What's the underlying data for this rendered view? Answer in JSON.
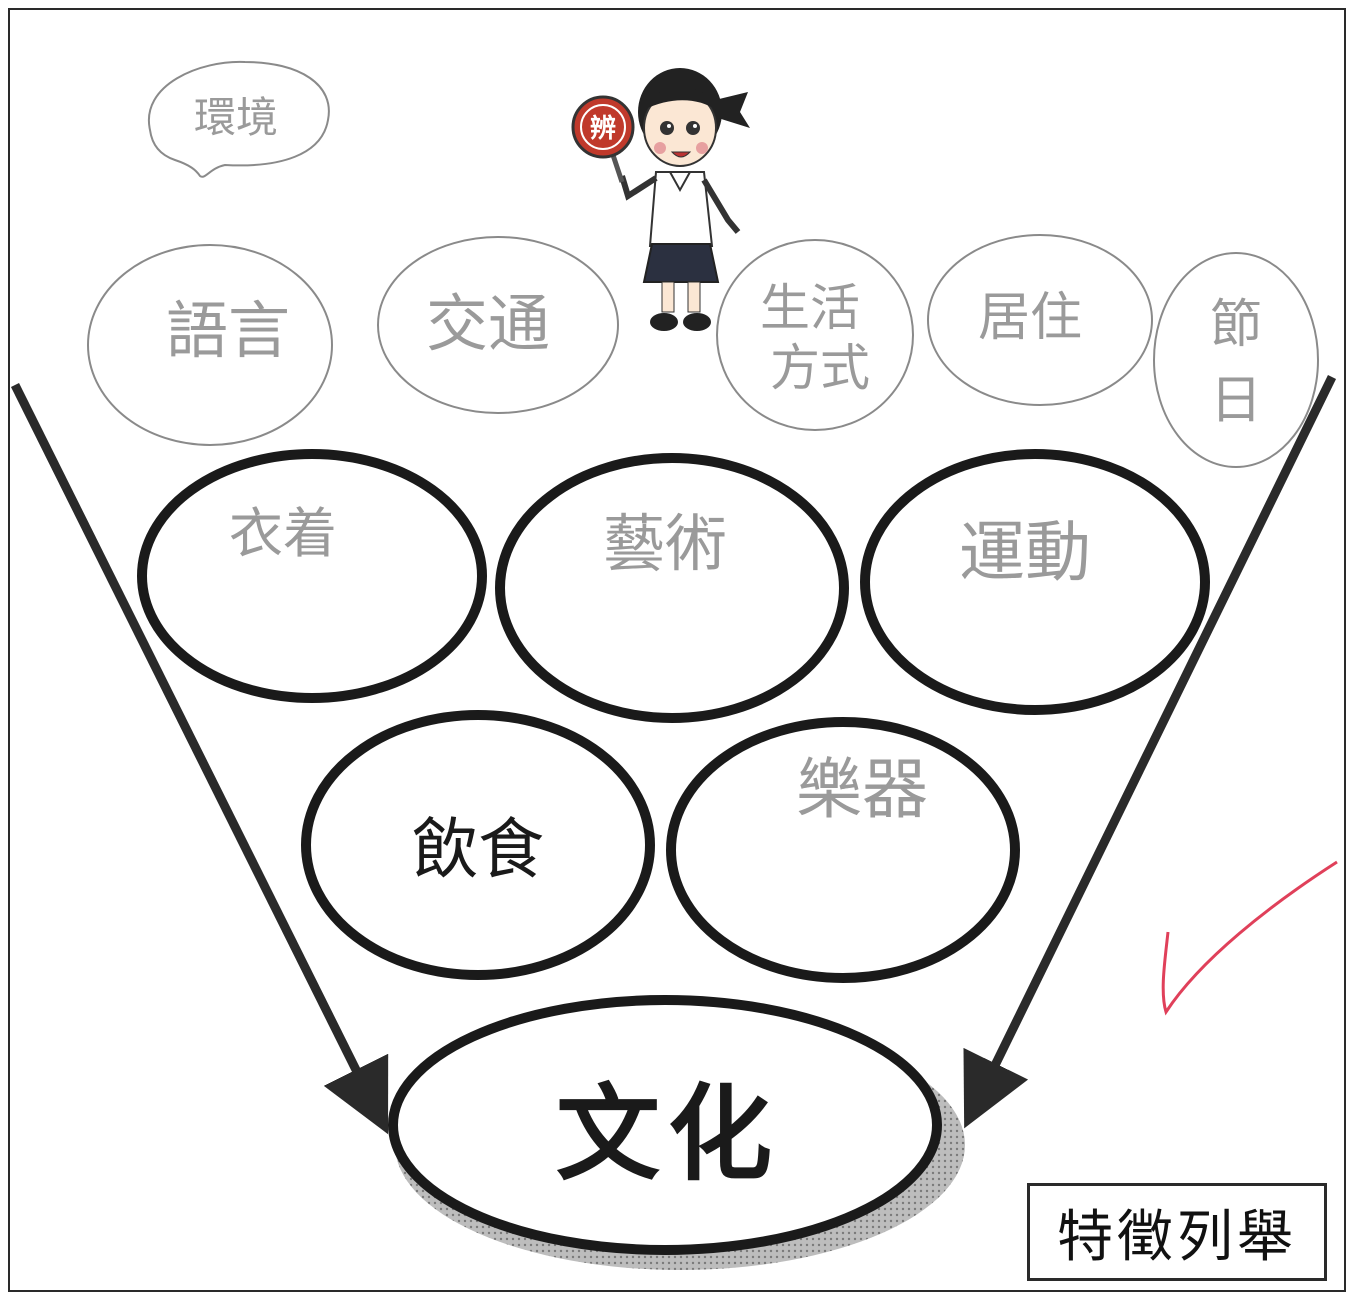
{
  "top_bubble": "環境",
  "upper_bubbles": [
    {
      "id": "language",
      "lines": [
        "語言"
      ]
    },
    {
      "id": "traffic",
      "lines": [
        "交通"
      ]
    },
    {
      "id": "lifestyle",
      "lines": [
        "生活",
        "方式"
      ]
    },
    {
      "id": "housing",
      "lines": [
        "居住"
      ]
    },
    {
      "id": "festival",
      "lines": [
        "節",
        "日"
      ]
    }
  ],
  "ovals": [
    {
      "id": "clothing",
      "text": "衣着"
    },
    {
      "id": "art",
      "text": "藝術"
    },
    {
      "id": "sports",
      "text": "運動"
    },
    {
      "id": "food",
      "text": "飲食"
    },
    {
      "id": "instruments",
      "text": "樂器"
    }
  ],
  "girl_sign": "辨",
  "center": "文化",
  "label_box": "特徵列舉",
  "colors": {
    "ink": "#1a1a1a",
    "handwriting": "#9a9a9a",
    "checkmark": "#e0405a",
    "sign": "#c0392b"
  }
}
